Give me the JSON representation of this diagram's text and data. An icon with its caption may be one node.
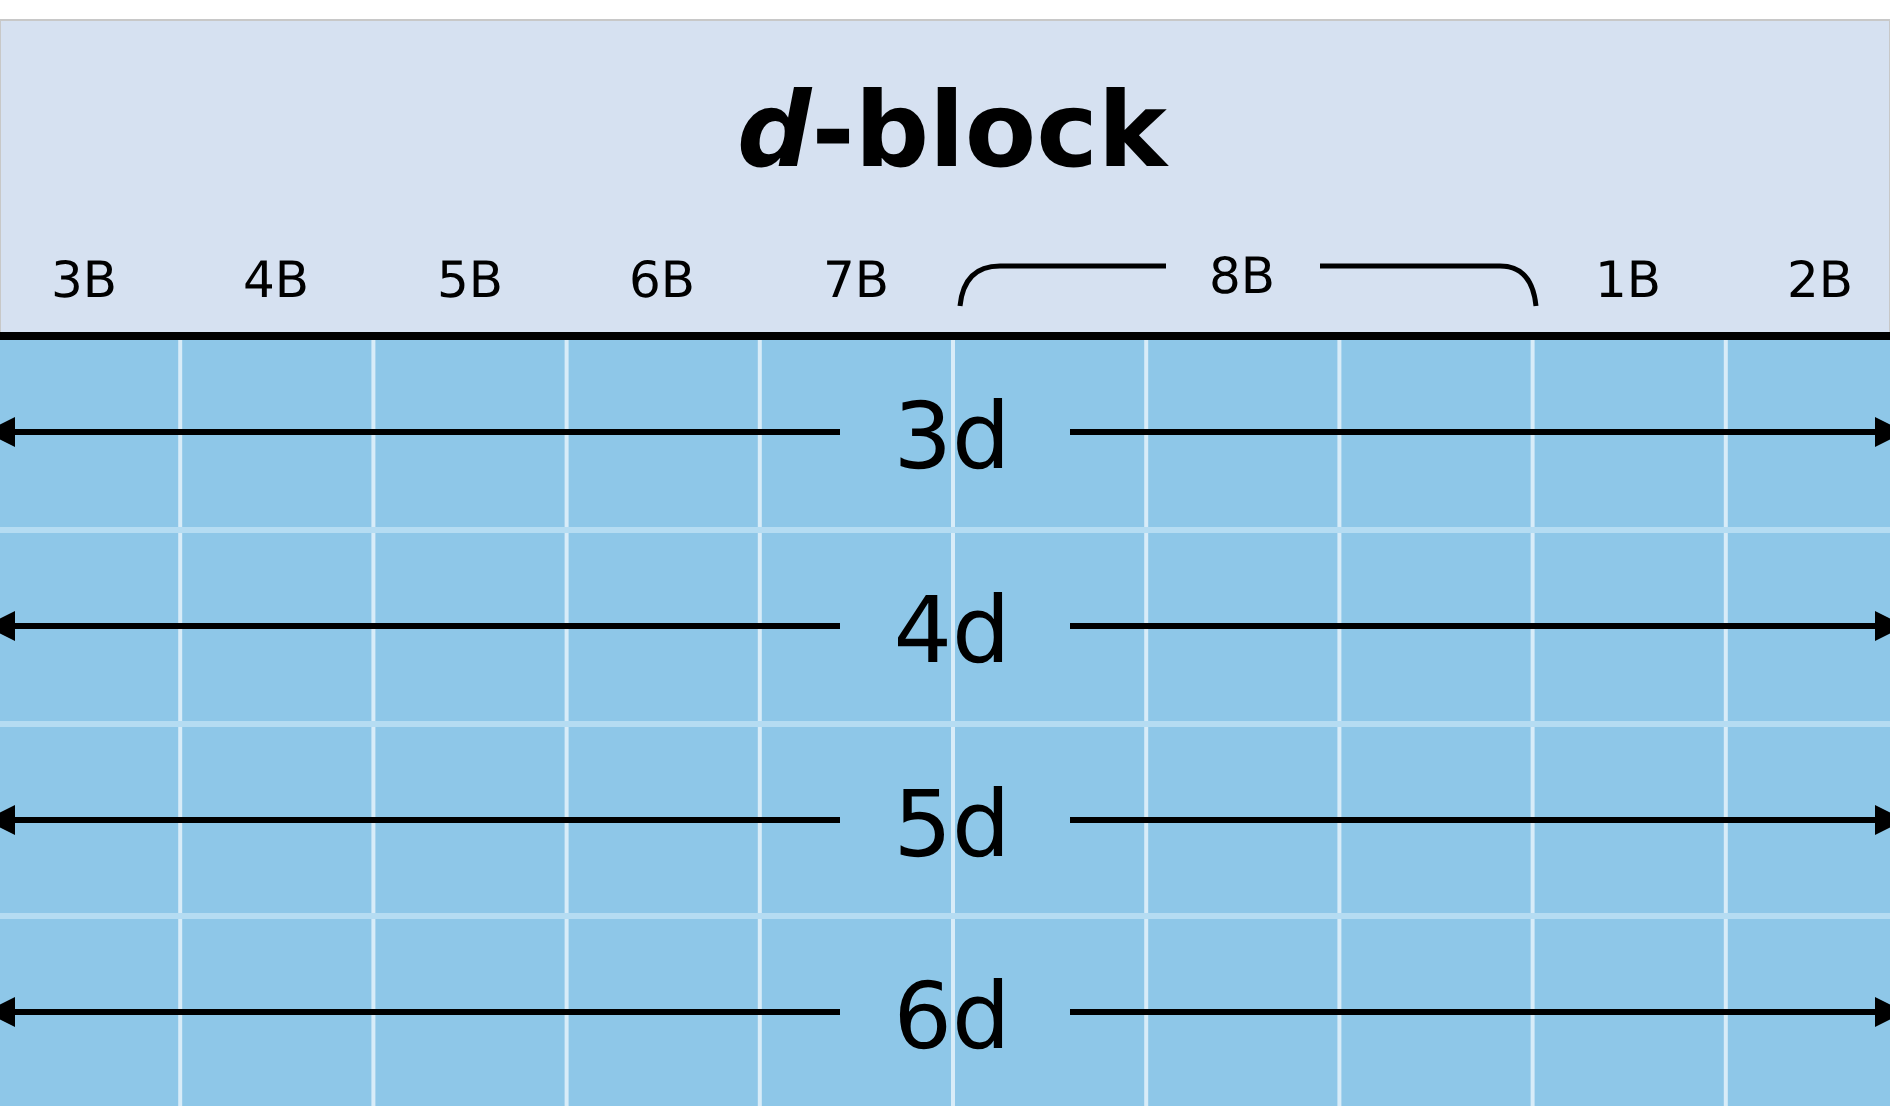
{
  "diagram": {
    "title": "*d*-block",
    "labels": [
      "3B",
      "4B",
      "5B",
      "6B",
      "7B",
      "8B",
      "1B",
      "2B",
      "3d",
      "4d",
      "5d",
      "6d"
    ]
  }
}
